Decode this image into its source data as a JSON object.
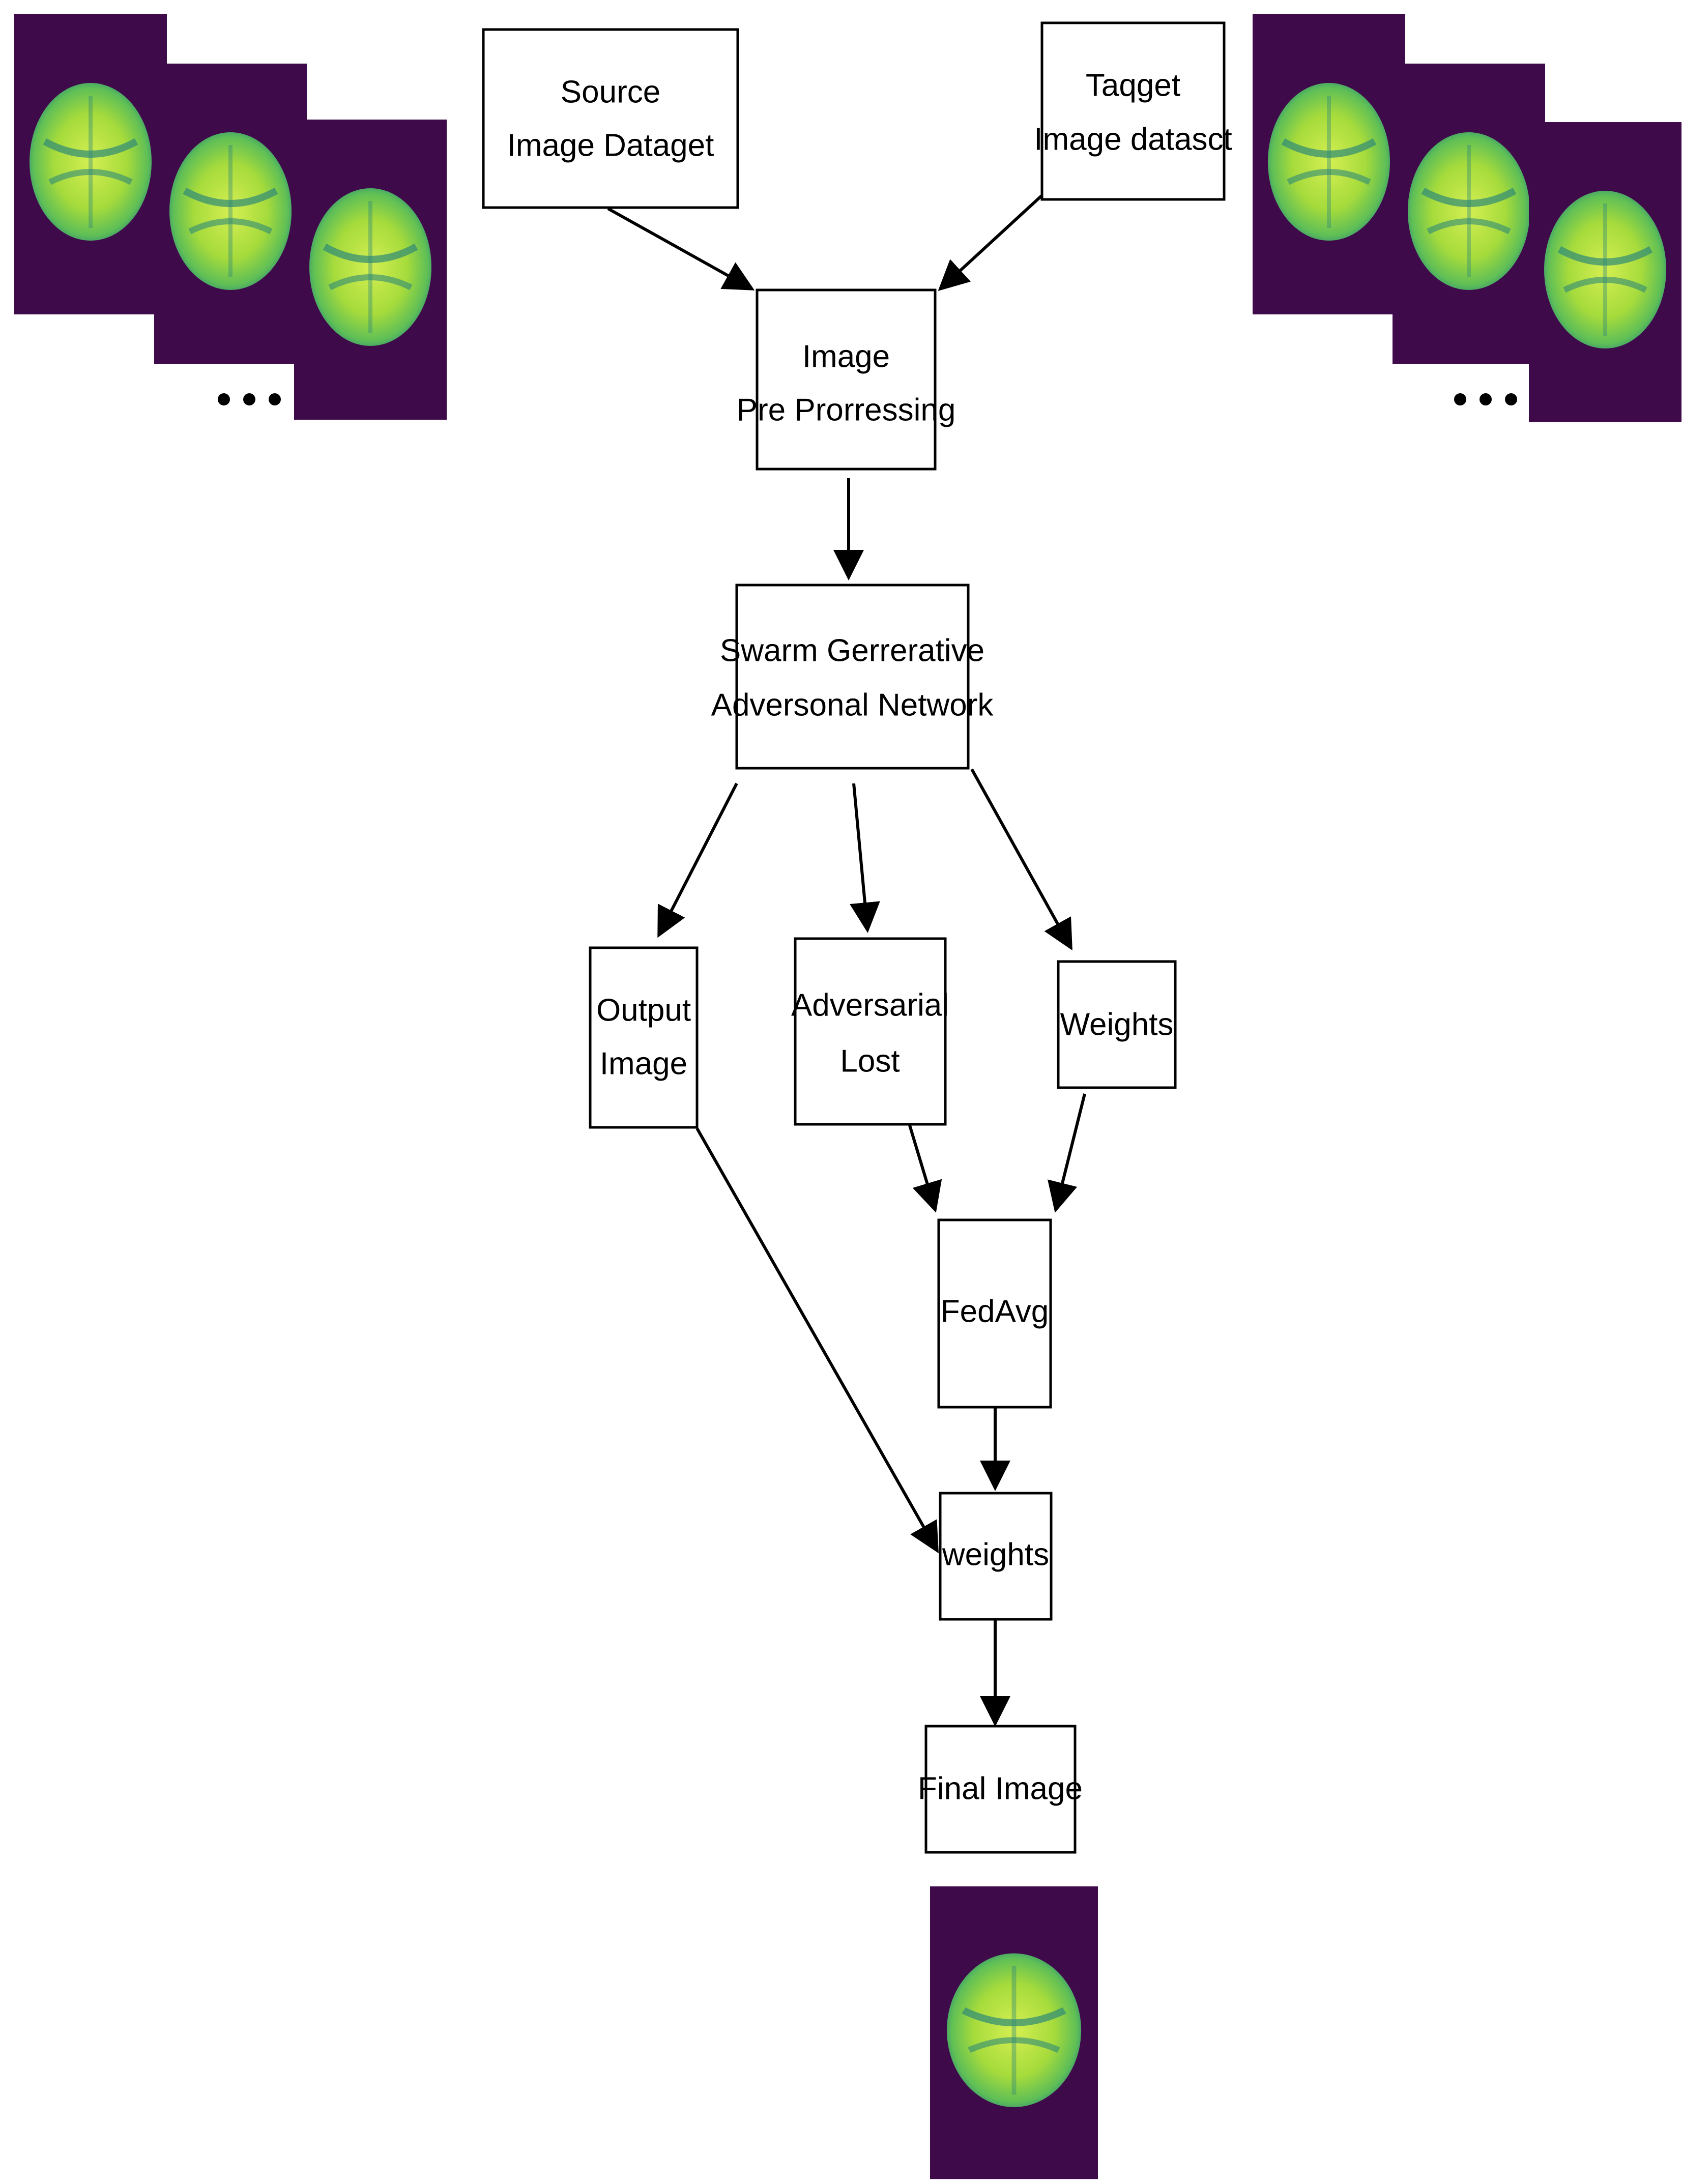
{
  "colors": {
    "slice_background": "#3f0a4a",
    "brain_outer": "#2f8a78",
    "brain_inner": "#a6db3c",
    "brain_highlight": "#d5ef52",
    "line": "#000000",
    "box_fill": "#ffffff"
  },
  "nodes": {
    "source_dataset": {
      "line1": "Source",
      "line2": "Image Dataget"
    },
    "target_dataset": {
      "line1": "Taqget",
      "line2": "Image datasct"
    },
    "preprocessing": {
      "line1": "Image",
      "line2": "Pre Prorressing"
    },
    "swarm_gan": {
      "line1": "Swarm Gerrerative",
      "line2": "Adversonal Network"
    },
    "output_image": {
      "line1": "Output",
      "line2": "Image"
    },
    "adversarial_loss": {
      "line1": "Adversarial",
      "line2": "Lost"
    },
    "weights_upper": {
      "line1": "Weights"
    },
    "fedavg": {
      "line1": "FedAvg"
    },
    "weights_lower": {
      "line1": "weights"
    },
    "final_image": {
      "line1": "Final Image"
    }
  },
  "icons": {
    "source_stack": "brain-mri-slice-stack",
    "target_stack": "brain-mri-slice-stack",
    "final_output": "brain-mri-slice",
    "ellipsis": "ellipsis-dots"
  }
}
